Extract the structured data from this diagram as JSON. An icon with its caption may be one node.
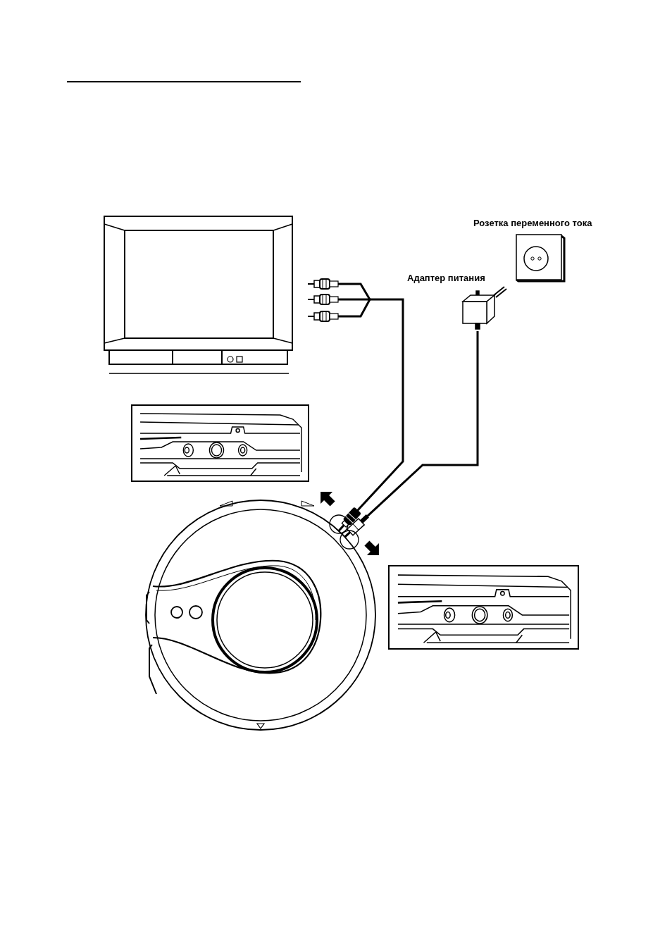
{
  "diagram": {
    "nodes": [
      {
        "text": [],
        "shape": "picture"
      },
      {
        "text": [
          "Розетка переменного тока"
        ]
      },
      {
        "text": [
          "Адаптер питания"
        ]
      },
      {
        "text": [],
        "shape": "picture"
      }
    ],
    "edges": [
      {
        "from": 0,
        "to": 3,
        "arrow": "none"
      },
      {
        "from": 2,
        "to": 3,
        "arrow": "other"
      }
    ]
  }
}
